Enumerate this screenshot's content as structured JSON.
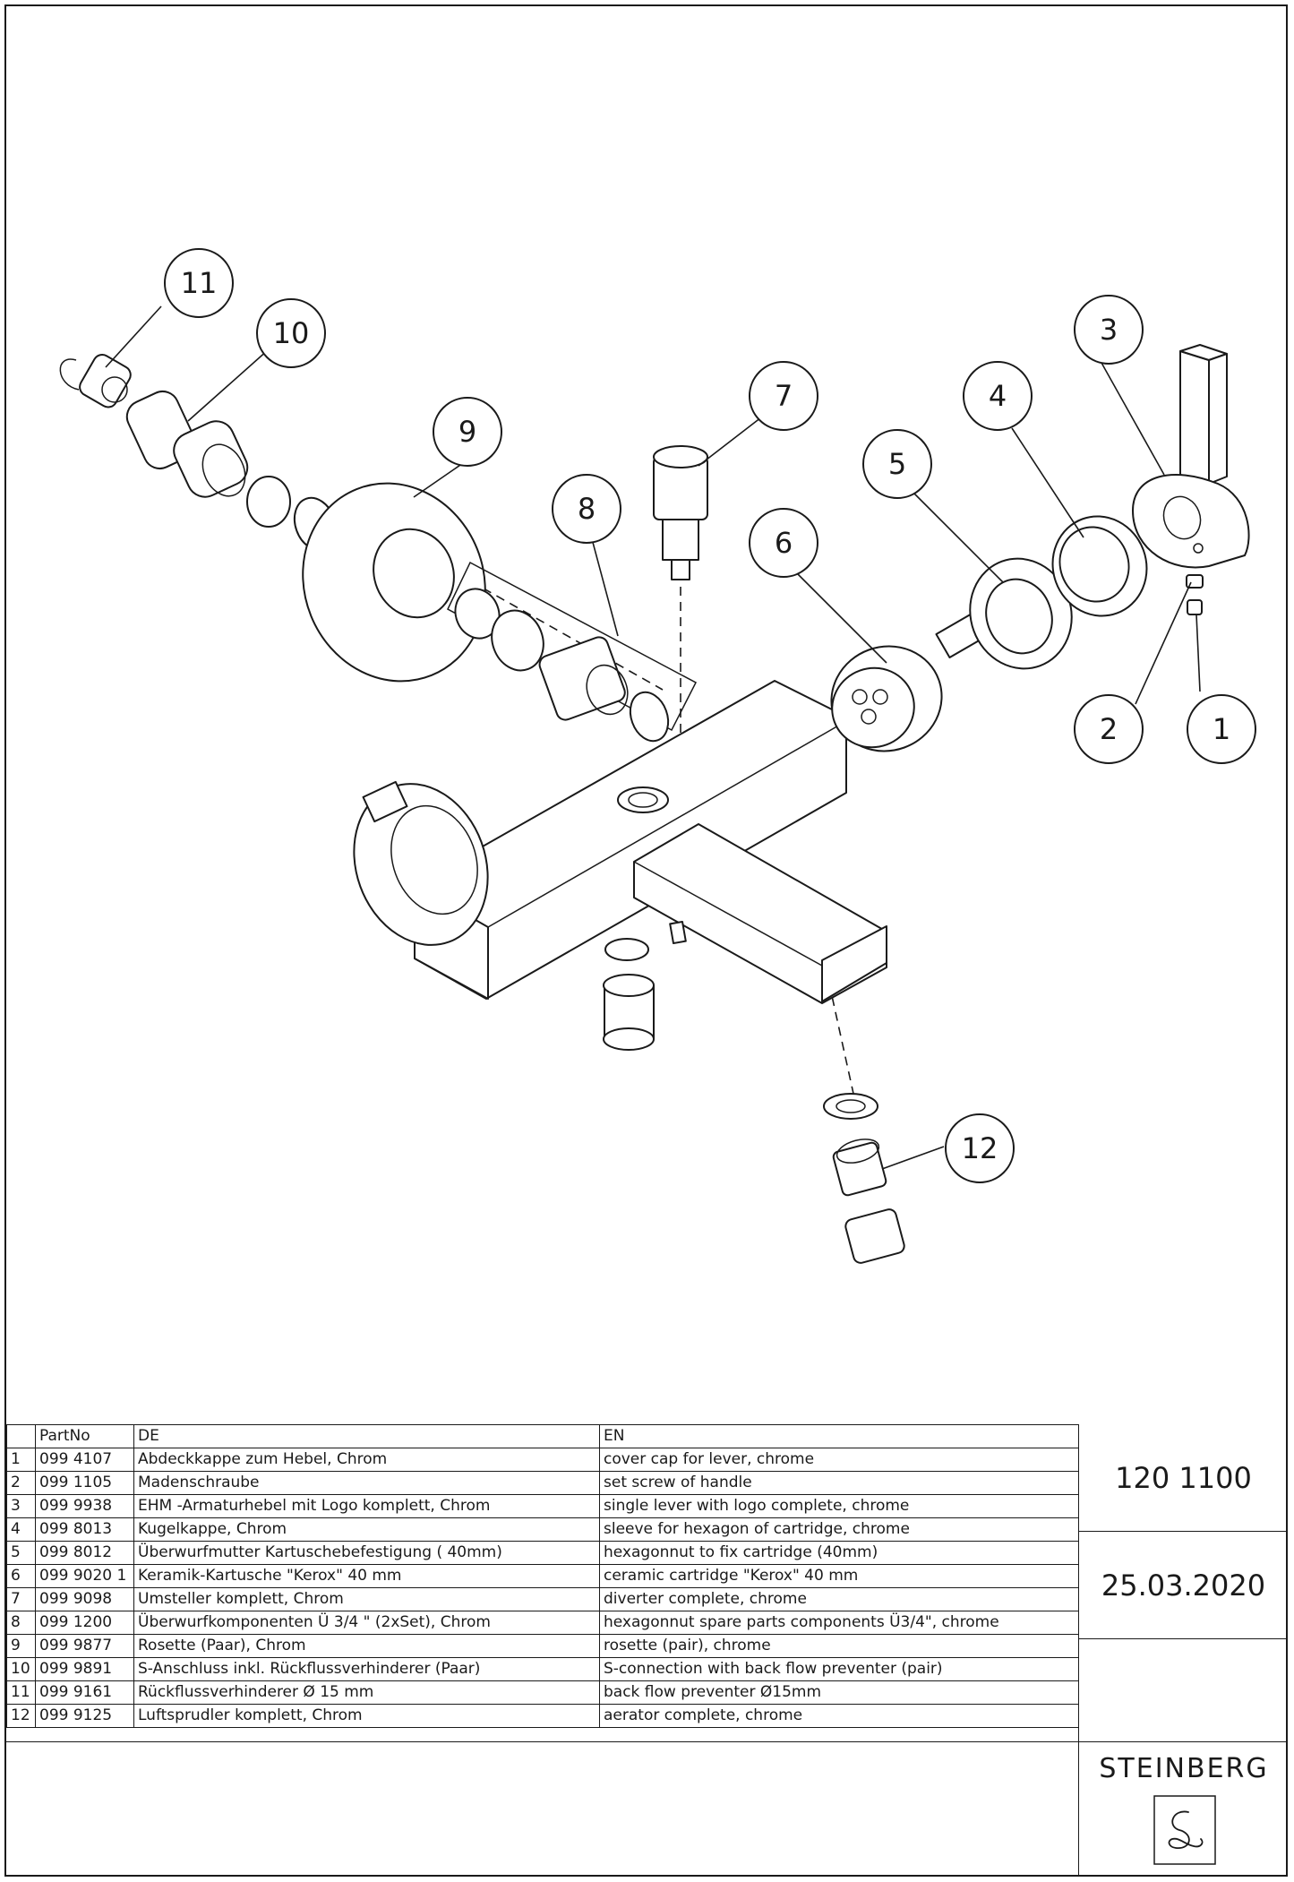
{
  "callouts": [
    {
      "id": "11",
      "label": "11"
    },
    {
      "id": "10",
      "label": "10"
    },
    {
      "id": "9",
      "label": "9"
    },
    {
      "id": "8",
      "label": "8"
    },
    {
      "id": "7",
      "label": "7"
    },
    {
      "id": "6",
      "label": "6"
    },
    {
      "id": "5",
      "label": "5"
    },
    {
      "id": "4",
      "label": "4"
    },
    {
      "id": "3",
      "label": "3"
    },
    {
      "id": "2",
      "label": "2"
    },
    {
      "id": "1",
      "label": "1"
    },
    {
      "id": "12",
      "label": "12"
    }
  ],
  "table": {
    "headers": {
      "idx": "",
      "part": "PartNo",
      "de": "DE",
      "en": "EN"
    },
    "rows": [
      {
        "idx": "1",
        "part": "099 4107",
        "de": "Abdeckkappe zum Hebel, Chrom",
        "en": "cover cap for lever, chrome"
      },
      {
        "idx": "2",
        "part": "099 1105",
        "de": "Madenschraube",
        "en": "set screw of handle"
      },
      {
        "idx": "3",
        "part": "099 9938",
        "de": "EHM -Armaturhebel mit Logo komplett, Chrom",
        "en": "single lever with logo complete, chrome"
      },
      {
        "idx": "4",
        "part": "099 8013",
        "de": "Kugelkappe, Chrom",
        "en": "sleeve for hexagon of cartridge, chrome"
      },
      {
        "idx": "5",
        "part": "099 8012",
        "de": "Überwurfmutter Kartuschebefestigung ( 40mm)",
        "en": "hexagonnut to fix cartridge (40mm)"
      },
      {
        "idx": "6",
        "part": "099 9020 1",
        "de": "Keramik-Kartusche \"Kerox\"  40 mm",
        "en": "ceramic cartridge \"Kerox\"  40 mm"
      },
      {
        "idx": "7",
        "part": "099 9098",
        "de": "Umsteller komplett, Chrom",
        "en": "diverter complete, chrome"
      },
      {
        "idx": "8",
        "part": "099 1200",
        "de": "Überwurfkomponenten  Ü 3/4 \" (2xSet), Chrom",
        "en": "hexagonnut spare parts components Ü3/4\", chrome"
      },
      {
        "idx": "9",
        "part": "099 9877",
        "de": "Rosette (Paar), Chrom",
        "en": "rosette (pair), chrome"
      },
      {
        "idx": "10",
        "part": "099 9891",
        "de": "S-Anschluss inkl. Rückflussverhinderer (Paar)",
        "en": "S-connection with back flow preventer (pair)"
      },
      {
        "idx": "11",
        "part": "099 9161",
        "de": "Rückflussverhinderer Ø 15 mm",
        "en": "back flow preventer Ø15mm"
      },
      {
        "idx": "12",
        "part": "099 9125",
        "de": "Luftsprudler komplett, Chrom",
        "en": "aerator complete, chrome"
      }
    ]
  },
  "title_block": {
    "article_no": "120 1100",
    "date": "25.03.2020",
    "brand": "STEINBERG"
  }
}
